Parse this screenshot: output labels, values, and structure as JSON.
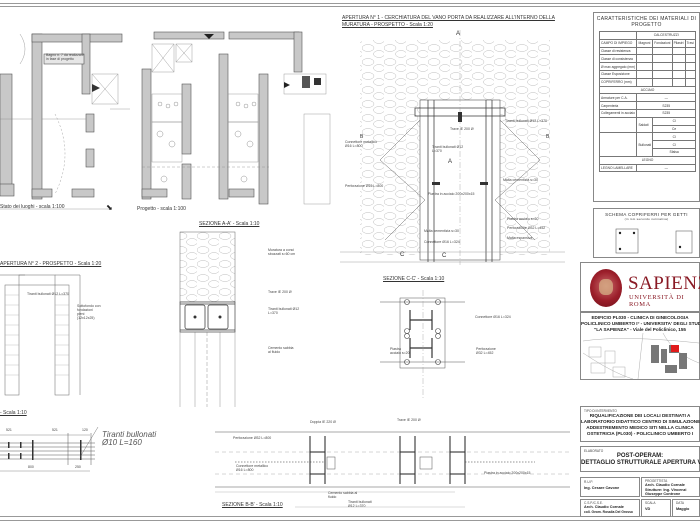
{
  "sheet": {
    "plans": {
      "existing_label": "Stato dei luoghi - scala 1:100",
      "project_label": "Progetto - scala 1:100"
    },
    "details": {
      "opening1_title_l1": "APERTURA N° 1 - CERCHIATURA DEL VANO PORTA DA REALIZZARE ALL'INTERNO DELLA",
      "opening1_title_l2": "MURATURA - PROSPETTO - Scala 1:20",
      "opening2_title": "APERTURA N° 2 - PROSPETTO - Scala 1:20",
      "section_aa": "SEZIONE A-A' - Scala 1:10",
      "section_bb": "SEZIONE B-B' - Scala 1:10",
      "section_cc": "SEZIONE C-C' - Scala 1:10",
      "section_dd": "- Scala 1:10",
      "markers": [
        "A",
        "A",
        "B",
        "B",
        "C",
        "C"
      ]
    },
    "annotations": {
      "tiranti_opening1": "Tiranti bullonati Ø12 L=370",
      "trave_ipe": "Trave IE 200 Ø",
      "connettore_metallico": "Connettore metallico Ø16 L=800",
      "perforazione": "Perforazione Ø16 L=800",
      "piastra_acciaio": "Piastra in acciaio 200x200x15",
      "piastra_acciaio_short": "Piastra acciaio s=20",
      "perforazione_452": "Perforazione Ø32 L=452",
      "malta_espansiva": "Malta espansiva",
      "malta_cementizia": "Malta cementizia s=30",
      "connettore_324": "Connettore Ø16 L=324",
      "muratura_conci": "Muratura a conci sbozzati s=60 cm",
      "trave_ipe_aa": "Trave IE 200 Ø",
      "tiranti_aa": "Tiranti bullonati Ø12 L=370",
      "calcestruzzo": "Cemento sabbia al fluido",
      "sottofondo": "Sottofondo con fondazioni pieni (12x12x25)",
      "tiranti_opening2": "Tiranti bullonati Ø12 L=160",
      "cc_connettore": "Connettore Ø16 L=324",
      "cc_piastra": "Piastra acciaio s=20",
      "cc_perforazione": "Perforazione Ø32 L=452",
      "bb_doppia": "Doppia IE 220 Ø",
      "bb_perforazione": "Perforazione Ø32 L=800",
      "bb_connettore": "Connettore metallico Ø16 L=800",
      "bb_cemento": "Cemento sabbia al fluido",
      "bb_tiranti": "Tiranti bullonati Ø12 L=370",
      "bb_piastra": "Piastra in acciaio 200x200x15",
      "bb_trave": "Trave IE 200 Ø",
      "dd_tiranti": "Tiranti bullonati",
      "dd_tiranti2": "Ø10 L=160",
      "dd_dims": [
        "521",
        "521",
        "120",
        "800",
        "250"
      ]
    }
  },
  "title_block": {
    "materials": {
      "title": "CARATTERISTICHE DEI MATERIALI DI PROGETTO",
      "group_calcestruzzi": "CALCESTRUZZI",
      "headers": [
        "CAMPO DI IMPIEGO",
        "Magroni",
        "Fondazioni",
        "Pilastri",
        "Travi"
      ],
      "calc_sub": "C.A. / C.A.P.",
      "rows": [
        "Classe di resistenza",
        "Classe di consistenza",
        "Ø max aggregato (mm)",
        "Classe Esposizione",
        "COPRIFERRO (mm)"
      ],
      "group_acciai": "ACCIAIO",
      "steel_rows": [
        {
          "label": "Armature per C.A.",
          "value": "—"
        },
        {
          "label": "Carpenteria",
          "value": "S235"
        },
        {
          "label": "Collegamenti in acciaio",
          "value": "S235"
        }
      ],
      "saldati": "Saldati",
      "bullonati": "Bullonati",
      "saldati_vals": [
        "Cl",
        "Ce"
      ],
      "bullonati_vals": [
        "Cl",
        "Cl",
        "Sfalsa"
      ],
      "group_legno": "LEGNO",
      "legno_row": {
        "label": "LEGNO LAMELLARE",
        "value": "—"
      }
    },
    "schema": {
      "title": "SCHEMA COPRIFERRI PER GETTI",
      "subtitle": "(in mm secondo normativa)"
    },
    "logo": {
      "brand": "SAPIENZA",
      "sub": "UNIVERSITÀ DI ROMA"
    },
    "building": {
      "l1": "EDIFICIO PL030 - CLINICA DI GINECOLOGIA",
      "l2": "POLICLINICO UMBERTO I° - UNIVERSITA' DEGLI STUDI",
      "l3": "\"LA SAPIENZA\" - Viale del Policlinico, 155"
    },
    "intervention": {
      "label": "TIPO DI INTERVENTO",
      "l1": "RIQUALIFICAZIONE DEI LOCALI DESTINATI A",
      "l2": "LABORATORIO DIDATTICO CENTRO DI SIMULAZIONE",
      "l3": "ADDESTREMENTO MEDICO SITI NELLA CLINICA",
      "l4": "OSTETRICIA (PL030) - POLICLINICO UMBERTO I"
    },
    "drawing": {
      "label": "ELABORATO",
      "l1": "POST-OPERAM:",
      "l2": "DETTAGLIO STRUTTURALE APERTURA VANO"
    },
    "rup": {
      "label": "R.U.P.",
      "value": "Ing. Cesare Cavone"
    },
    "design": {
      "label": "PROGETTISTA",
      "l1": "Arch. Claudio Cornale",
      "l2": "Strutture: Ing. Vincenzi",
      "l3": "Giuseppe Controne"
    },
    "csp": {
      "label": "C.S.P./C.S.E.",
      "l1": "Arch. Claudio Cornale",
      "l2": "coll. Geom. Rosalia Del Grosso"
    },
    "scale": {
      "label": "SCALA",
      "value": "VD"
    },
    "date": {
      "label": "DATA",
      "value": "Maggio"
    }
  }
}
